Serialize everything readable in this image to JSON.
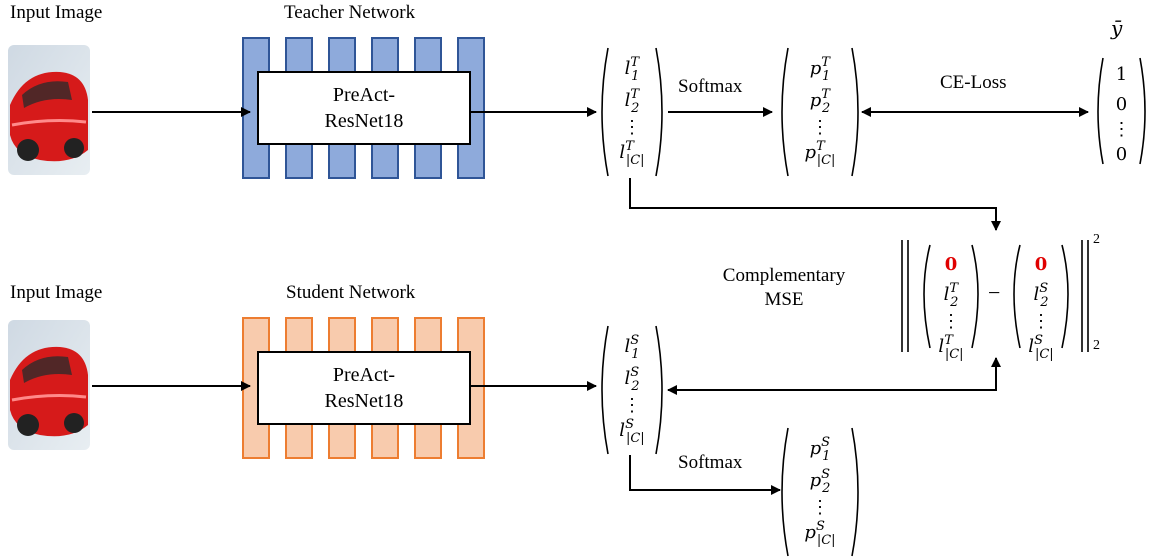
{
  "teacher": {
    "input_label": "Input Image",
    "network_label": "Teacher Network",
    "backbone_line1": "PreAct-",
    "backbone_line2": "ResNet18",
    "color_fill": "#8eaadb",
    "color_stroke": "#2f5597"
  },
  "student": {
    "input_label": "Input Image",
    "network_label": "Student Network",
    "backbone_line1": "PreAct-",
    "backbone_line2": "ResNet18",
    "color_fill": "#f8cbad",
    "color_stroke": "#ed7d31"
  },
  "ops": {
    "softmax_teacher": "Softmax",
    "softmax_student": "Softmax",
    "ce_loss": "CE-Loss",
    "cmse_line1": "Complementary",
    "cmse_line2": "MSE"
  },
  "vectors": {
    "teacher_logits": [
      "l1T",
      "l2T",
      "⋮",
      "l|C|T"
    ],
    "teacher_probs": [
      "p1T",
      "p2T",
      "⋮",
      "p|C|T"
    ],
    "target_label": "ȳ",
    "target_values": [
      "1",
      "0",
      "⋮",
      "0"
    ],
    "student_logits": [
      "l1S",
      "l2S",
      "⋮",
      "l|C|S"
    ],
    "student_probs": [
      "p1S",
      "p2S",
      "⋮",
      "p|C|S"
    ],
    "masked_zero": "0",
    "norm_exponent": "2",
    "norm_subscript": "2",
    "minus": "−"
  },
  "colors": {
    "zero_highlight": "#e00000",
    "car_body": "#d61a1a"
  },
  "icons": {
    "input_image": "red-car-photo"
  }
}
